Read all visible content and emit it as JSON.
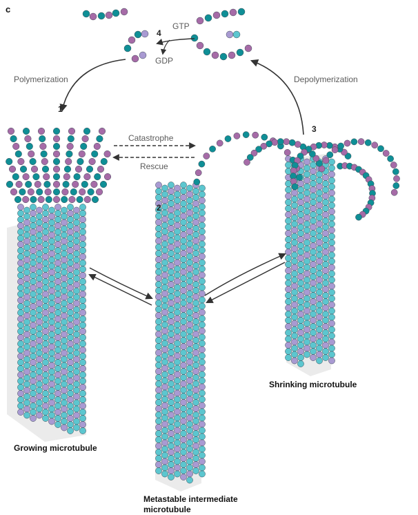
{
  "figure": {
    "panel_letter": "c",
    "step_numbers": [
      "1",
      "2",
      "3",
      "4"
    ],
    "labels": {
      "gtp": "GTP",
      "gdp": "GDP",
      "polymerization": "Polymerization",
      "depolymerization": "Depolymerization",
      "catastrophe": "Catastrophe",
      "rescue": "Rescue",
      "growing": "Growing microtubule",
      "metastable_line1": "Metastable intermediate",
      "metastable_line2": "microtubule",
      "shrinking": "Shrinking microtubule"
    },
    "colors": {
      "alpha_tubulin": "#5cc6cf",
      "beta_tubulin": "#a99ad2",
      "gtp_teal": "#0f8f96",
      "gtp_purple": "#a66ba7",
      "arrow": "#333333",
      "shading": "#c9c9c9"
    }
  }
}
